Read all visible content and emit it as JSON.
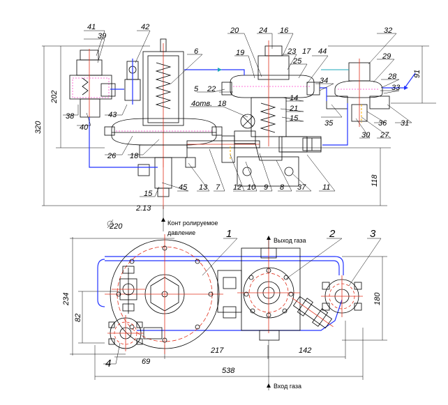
{
  "callouts_top": [
    "41",
    "39",
    "42",
    "6",
    "20",
    "24",
    "16",
    "32",
    "19",
    "23",
    "17",
    "25",
    "44",
    "29",
    "28",
    "33",
    "34",
    "5",
    "22",
    "14",
    "21",
    "15",
    "35",
    "36",
    "31",
    "30",
    "27",
    "38",
    "40",
    "43",
    "4отв.",
    "18",
    "26",
    "18",
    "45",
    "13",
    "7",
    "12",
    "10",
    "9",
    "8",
    "37",
    "11",
    "15",
    "2.13"
  ],
  "dimensions_top": {
    "h202": "202",
    "h320": "320",
    "h118": "118",
    "d91": "91"
  },
  "dimensions_bottom": {
    "d220": "220",
    "w234": "234",
    "w82": "82",
    "w69": "69",
    "w217": "217",
    "w142": "142",
    "w538": "538",
    "h180": "180"
  },
  "texts": {
    "controlled_pressure_line1": "Конт ролируемое",
    "controlled_pressure_line2": "давление",
    "gas_outlet": "Выход газа",
    "gas_inlet": "Вход газа"
  },
  "plan_labels": [
    "1",
    "2",
    "3",
    "4"
  ],
  "colors": {
    "blue": "#2233ff",
    "red": "#e0301c",
    "pink": "#ff44cc",
    "cyan": "#1aa7b8",
    "yellow": "#ffb400"
  }
}
